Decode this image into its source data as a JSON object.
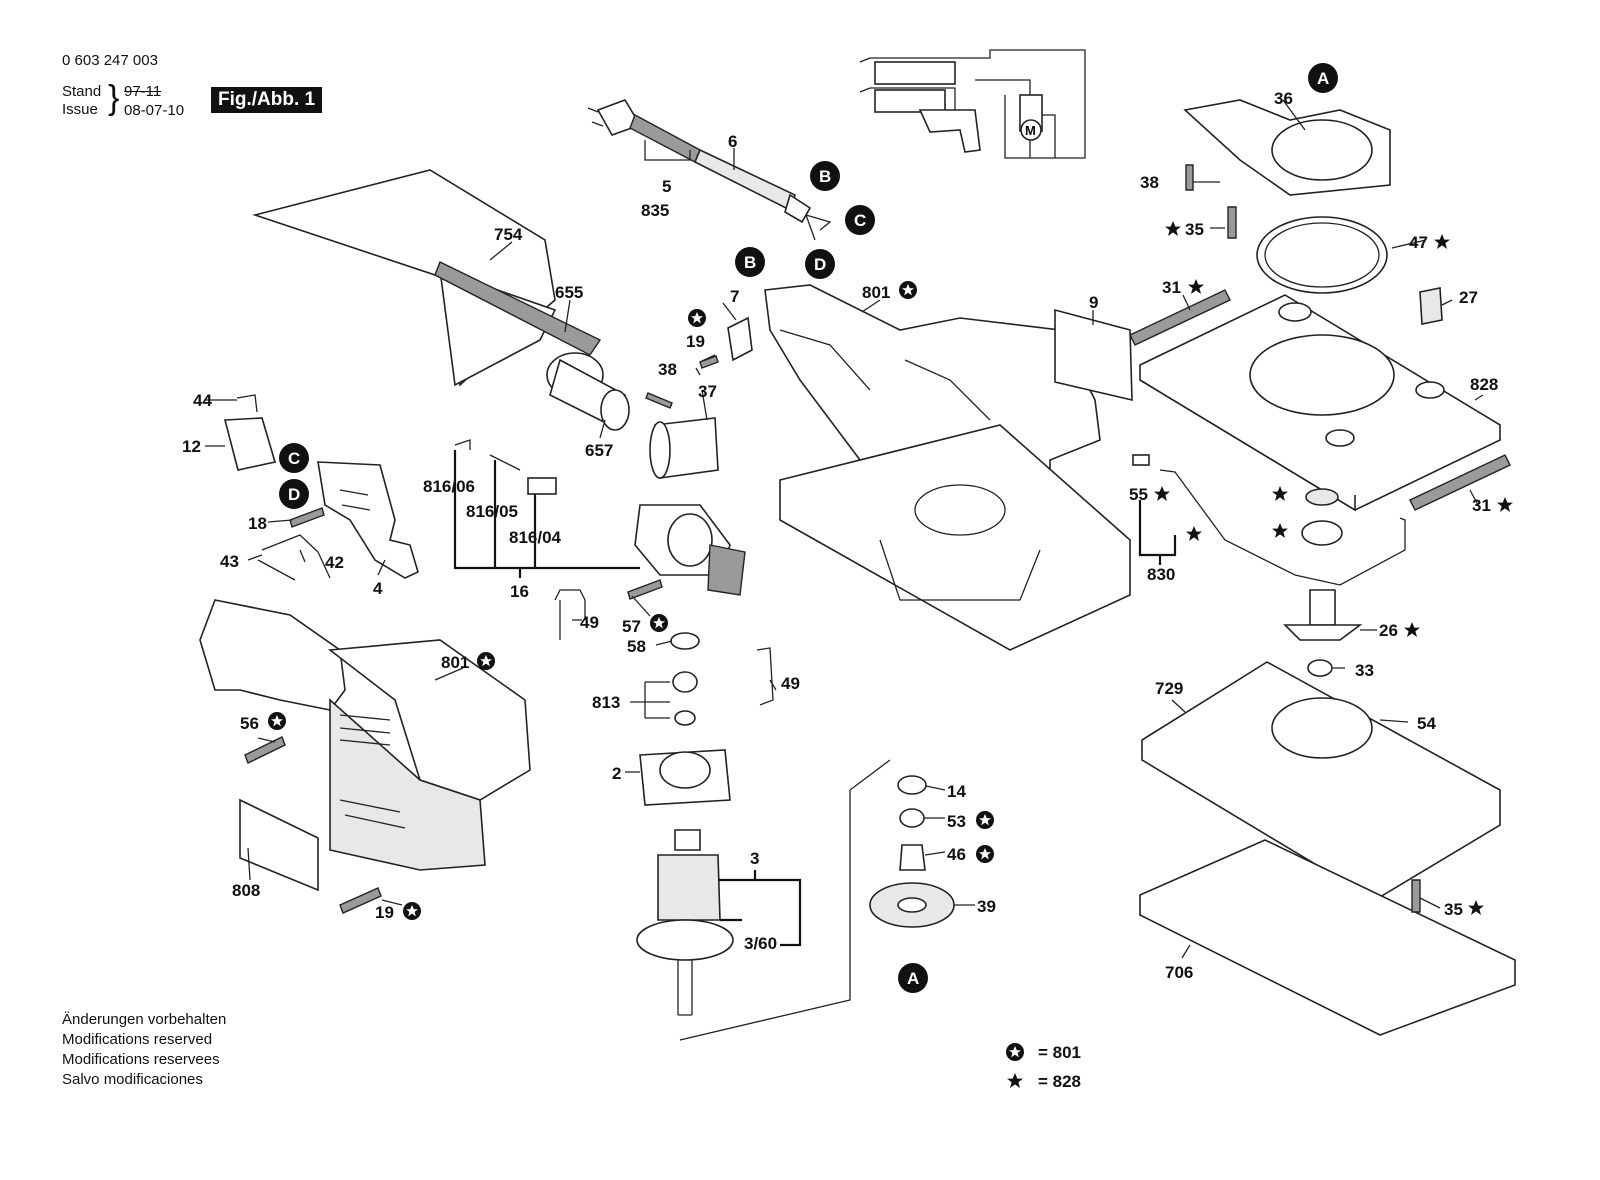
{
  "header": {
    "part_number": "0 603 247 003",
    "stand_label": "Stand",
    "stand_value": "97-11",
    "issue_label": "Issue",
    "issue_value": "08-07-10",
    "figure_label": "Fig./Abb. 1"
  },
  "footer": {
    "notes": [
      "Änderungen vorbehalten",
      "Modifications reserved",
      "Modifications reservees",
      "Salvo modificaciones"
    ]
  },
  "legend": [
    {
      "symbol": "circle-star",
      "text": "= 801"
    },
    {
      "symbol": "star",
      "text": "= 828"
    }
  ],
  "callouts": [
    "A",
    "B",
    "C",
    "D"
  ],
  "part_labels": {
    "p754": "754",
    "p655": "655",
    "p657": "657",
    "p6": "6",
    "p5": "5",
    "p835": "835",
    "p7": "7",
    "p19a": "19",
    "p38a": "38",
    "p37": "37",
    "p801a": "801",
    "p9": "9",
    "p44": "44",
    "p12": "12",
    "p18": "18",
    "p43": "43",
    "p42": "42",
    "p4": "4",
    "p816_06": "816/06",
    "p816_05": "816/05",
    "p816_04": "816/04",
    "p16": "16",
    "p49a": "49",
    "p49b": "49",
    "p57": "57",
    "p58": "58",
    "p813": "813",
    "p2": "2",
    "p3": "3",
    "p3_60": "3/60",
    "p801b": "801",
    "p56": "56",
    "p808": "808",
    "p19b": "19",
    "p14": "14",
    "p53": "53",
    "p46": "46",
    "p39": "39",
    "p36": "36",
    "p38b": "38",
    "p35a": "35",
    "p47": "47",
    "p31a": "31",
    "p27": "27",
    "p828": "828",
    "p55": "55",
    "p830": "830",
    "p31b": "31",
    "p26": "26",
    "p33": "33",
    "p729": "729",
    "p54": "54",
    "p35b": "35",
    "p706": "706"
  }
}
